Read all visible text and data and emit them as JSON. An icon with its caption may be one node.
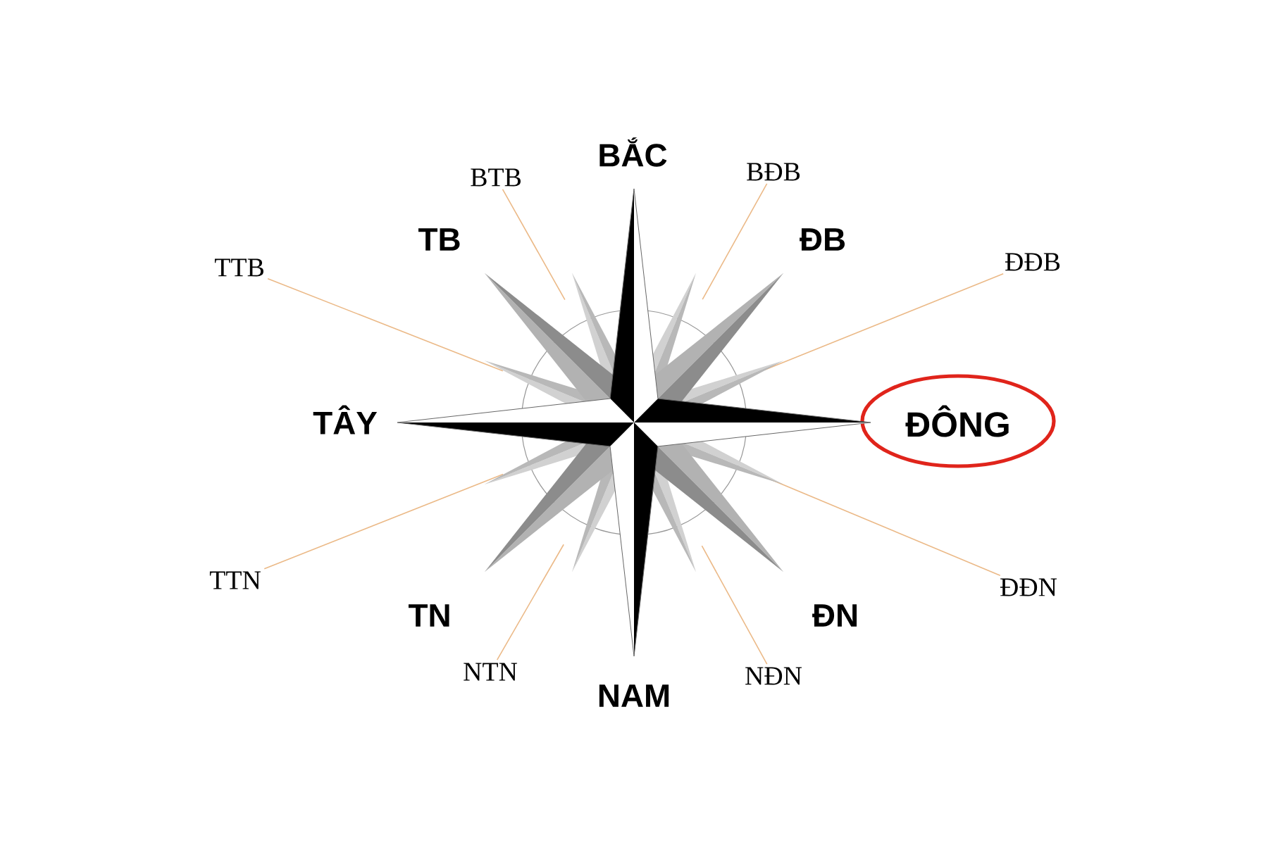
{
  "diagram": {
    "nodes": [
      {
        "text": [
          "BTB"
        ]
      },
      {
        "text": [
          "BĐB"
        ]
      },
      {
        "text": [
          "TTB"
        ]
      },
      {
        "text": [
          "ĐĐB"
        ]
      },
      {
        "text": [
          "ĐÔNG"
        ]
      },
      {
        "text": [
          "TTN"
        ]
      },
      {
        "text": [
          "ĐĐN"
        ]
      },
      {
        "text": [
          "NTN"
        ]
      },
      {
        "text": [
          "NĐN"
        ]
      }
    ],
    "edges": [
      {
        "from": 0,
        "to": null,
        "arrow": "none"
      },
      {
        "from": 1,
        "to": null,
        "arrow": "none"
      },
      {
        "from": 2,
        "to": null,
        "arrow": "none"
      },
      {
        "from": 3,
        "to": null,
        "arrow": "none"
      },
      {
        "from": 5,
        "to": null,
        "arrow": "none"
      },
      {
        "from": 6,
        "to": null,
        "arrow": "none"
      },
      {
        "from": 7,
        "to": null,
        "arrow": "none"
      },
      {
        "from": 8,
        "to": null,
        "arrow": "none"
      }
    ],
    "labels": [
      "BẮC",
      "TB",
      "ĐB",
      "TÂY",
      "TN",
      "ĐN",
      "NAM"
    ]
  }
}
